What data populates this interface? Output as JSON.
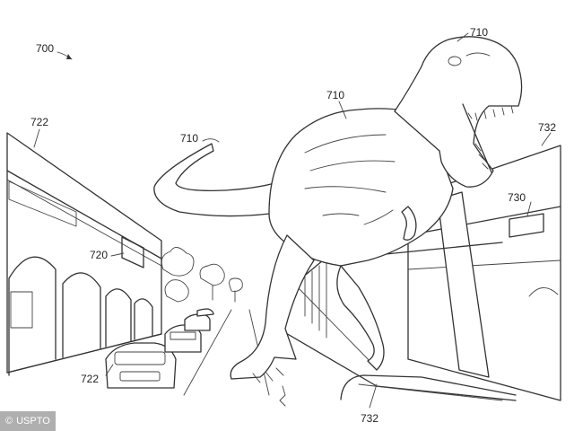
{
  "figure": {
    "number": "700",
    "labels": {
      "dinosaur_head": "710",
      "dinosaur_body": "710",
      "dinosaur_tail": "710",
      "building_left_top": "722",
      "building_left_bottom": "722",
      "sign_left": "720",
      "sign_right": "730",
      "railing_top": "732",
      "railing_bottom": "732"
    }
  },
  "credit": {
    "symbol": "©",
    "text": "USPTO"
  }
}
